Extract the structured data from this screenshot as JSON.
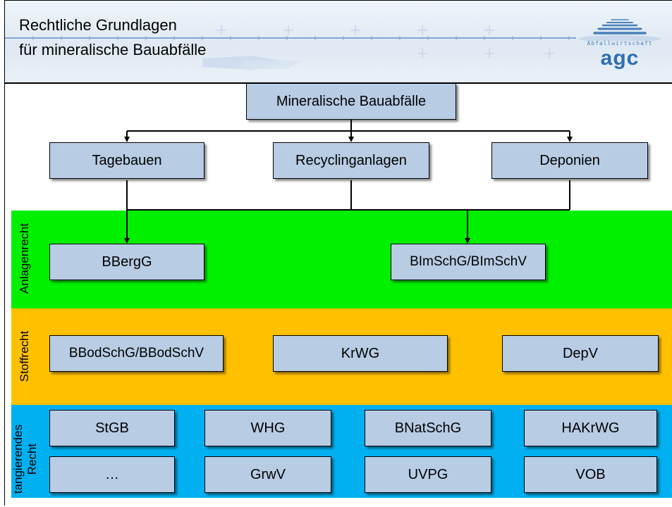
{
  "header": {
    "title_line1": "Rechtliche Grundlagen",
    "title_line2": "für mineralische Bauabfälle"
  },
  "logo": {
    "subtitle": "Abfallwirtschaft",
    "word": "agc",
    "icon": "stacked-lines-logo"
  },
  "diagram": {
    "root": "Mineralische Bauabfälle",
    "facilities": [
      "Tagebauen",
      "Recyclinganlagen",
      "Deponien"
    ],
    "bands": {
      "anlagenrecht": {
        "label": "Anlagenrecht",
        "color": "#00f000",
        "items": [
          "BBergG",
          "BImSchG/BImSchV"
        ]
      },
      "stoffrecht": {
        "label": "Stoffrecht",
        "color": "#ffc000",
        "items": [
          "BBodSchG/BBodSchV",
          "KrWG",
          "DepV"
        ]
      },
      "tangierendes": {
        "label_line1": "tangierendes",
        "label_line2": "Recht",
        "color": "#00b0f0",
        "items": [
          "StGB",
          "WHG",
          "BNatSchG",
          "HAKrWG",
          "…",
          "GrwV",
          "UVPG",
          "VOB"
        ]
      }
    },
    "box_color": "#b8cce4"
  }
}
